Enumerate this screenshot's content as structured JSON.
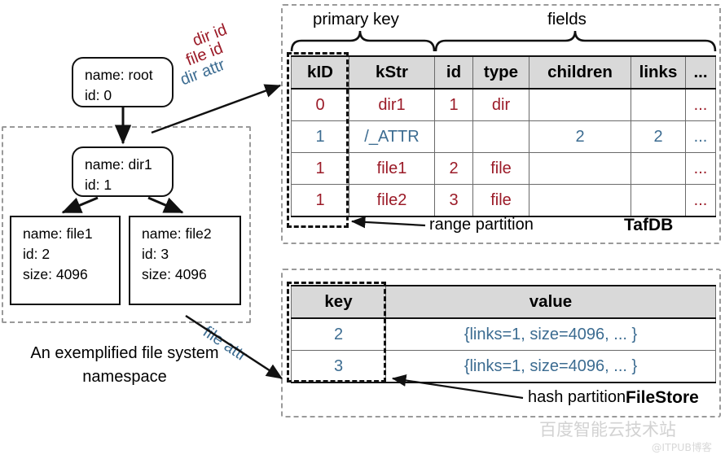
{
  "namespace": {
    "caption": "An exemplified file system namespace",
    "nodes": [
      {
        "id": "root",
        "line1": "name: root",
        "line2": "id: 0",
        "line3": ""
      },
      {
        "id": "dir1",
        "line1": "name: dir1",
        "line2": "id: 1",
        "line3": ""
      },
      {
        "id": "file1",
        "line1": "name: file1",
        "line2": "id: 2",
        "line3": "size: 4096"
      },
      {
        "id": "file2",
        "line1": "name: file2",
        "line2": "id: 3",
        "line3": "size: 4096"
      }
    ]
  },
  "edge_labels": {
    "dir_id": "dir id",
    "file_id": "file id",
    "dir_attr": "dir attr",
    "file_attr": "file attr"
  },
  "tafdb": {
    "brand": "TafDB",
    "partition_label": "range partition",
    "brace_primary_key": "primary key",
    "brace_fields": "fields",
    "columns": [
      "kID",
      "kStr",
      "id",
      "type",
      "children",
      "links",
      "..."
    ],
    "rows": [
      {
        "color": "red",
        "cells": [
          "0",
          "dir1",
          "1",
          "dir",
          "",
          "",
          "..."
        ]
      },
      {
        "color": "blue",
        "cells": [
          "1",
          "/_ATTR",
          "",
          "",
          "2",
          "2",
          "..."
        ]
      },
      {
        "color": "red",
        "cells": [
          "1",
          "file1",
          "2",
          "file",
          "",
          "",
          "..."
        ]
      },
      {
        "color": "red",
        "cells": [
          "1",
          "file2",
          "3",
          "file",
          "",
          "",
          "..."
        ]
      }
    ]
  },
  "filestore": {
    "brand": "FileStore",
    "partition_label": "hash partition",
    "columns": [
      "key",
      "value"
    ],
    "rows": [
      {
        "color": "blue",
        "cells": [
          "2",
          "{links=1, size=4096, ... }"
        ]
      },
      {
        "color": "blue",
        "cells": [
          "3",
          "{links=1, size=4096, ... }"
        ]
      }
    ]
  },
  "watermark": {
    "main": "百度智能云技术站",
    "sub": "@ITPUB博客"
  },
  "colors": {
    "red": "#9b1b28",
    "blue": "#3c6c91",
    "header_fill": "#d9d9d9",
    "dash_gray": "#9a9a9a"
  }
}
